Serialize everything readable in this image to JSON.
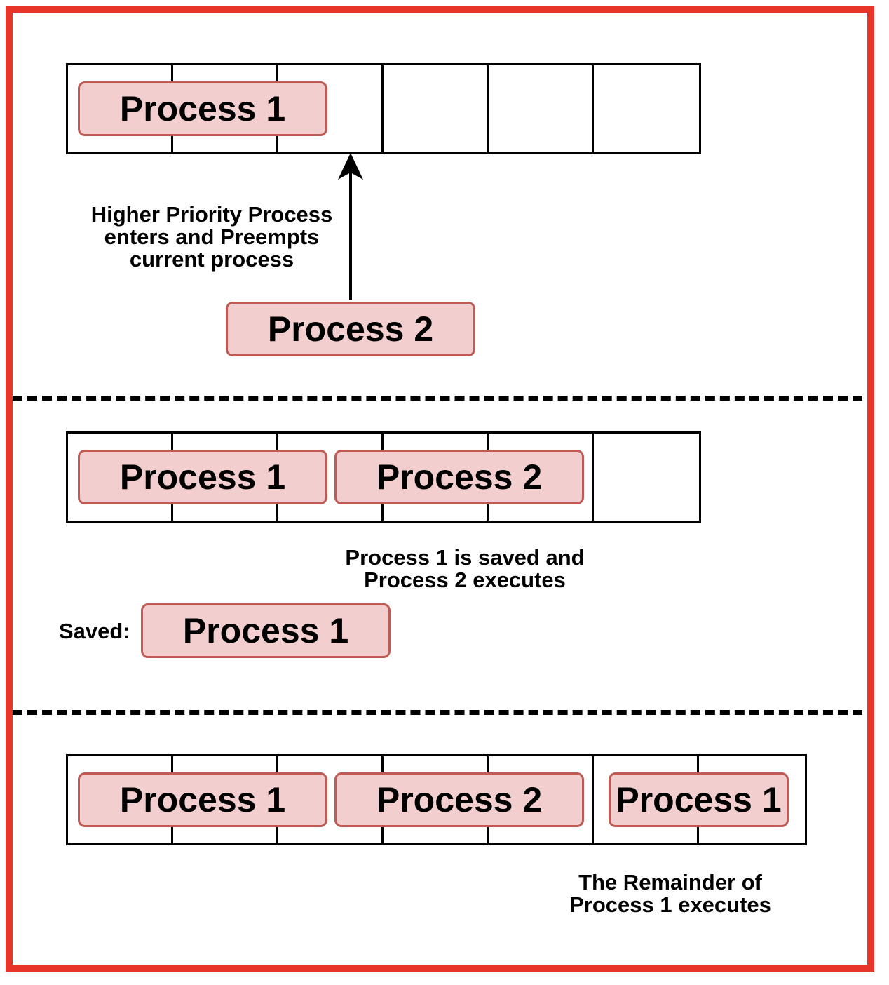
{
  "colors": {
    "border": "#e8352a",
    "process_fill": "#f2cece",
    "process_stroke": "#bf5a55"
  },
  "panel1": {
    "process1": "Process 1",
    "process2": "Process 2",
    "caption_lines": [
      "Higher Priority Process",
      "enters and Preempts",
      "current process"
    ]
  },
  "panel2": {
    "process1": "Process 1",
    "process2": "Process 2",
    "caption_lines": [
      "Process 1 is saved and",
      "Process 2 executes"
    ],
    "saved_label": "Saved:",
    "saved_process": "Process 1"
  },
  "panel3": {
    "process1": "Process 1",
    "process2": "Process 2",
    "process1_remainder": "Process 1",
    "caption_lines": [
      "The Remainder of",
      "Process 1 executes"
    ]
  }
}
